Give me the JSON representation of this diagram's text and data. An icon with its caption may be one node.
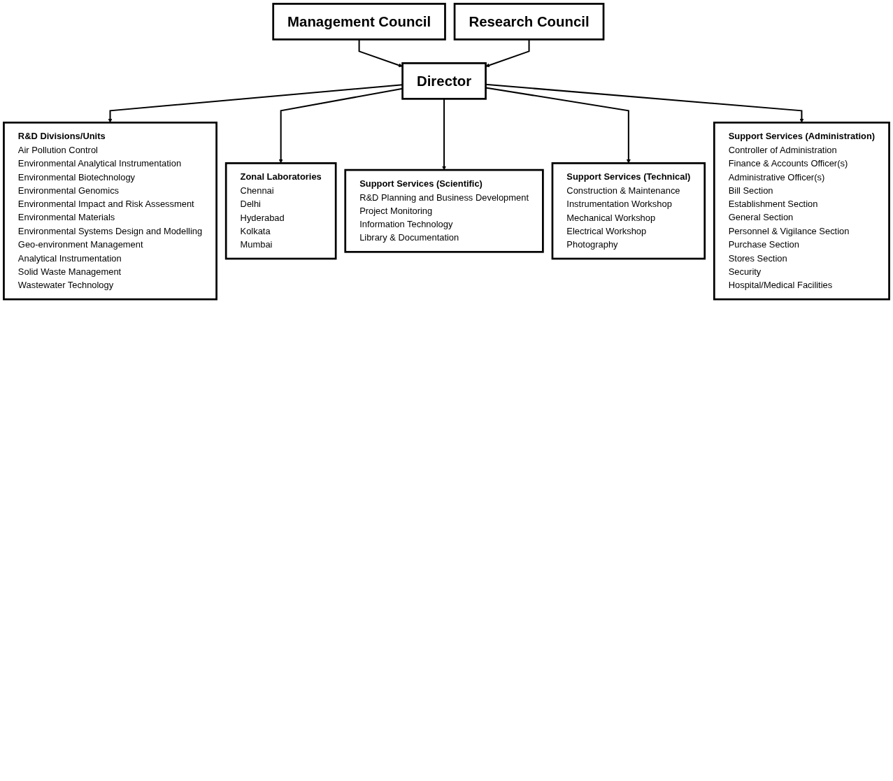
{
  "diagram": {
    "nodes": [
      {
        "text": [
          "Management Council"
        ]
      },
      {
        "text": [
          "Director"
        ]
      },
      {
        "text": [
          "Research Council"
        ]
      },
      {
        "text": [
          "R&D Divisions/Units",
          "Air Pollution Control",
          "Environmental Analytical Instrumentation",
          "Environmental Biotechnology",
          "Environmental Genomics",
          "Environmental Impact and Risk Assessment",
          "Environmental Materials",
          "Environmental Systems Design and Modelling",
          "Geo-environment Management",
          "Analytical Instrumentation",
          "Solid Waste Management",
          "Wastewater Technology"
        ]
      },
      {
        "text": [
          "Zonal Laboratories",
          "Chennai",
          "Delhi",
          "Hyderabad",
          "Kolkata",
          "Mumbai"
        ]
      },
      {
        "text": [
          "Support Services (Scientific)",
          "R&D Planning and Business Development",
          "Project Monitoring",
          "Information Technology",
          "Library & Documentation"
        ]
      },
      {
        "text": [
          "Support Services (Technical)",
          "Construction & Maintenance",
          "Instrumentation Workshop",
          "Mechanical Workshop",
          "Electrical Workshop",
          "Photography"
        ]
      },
      {
        "text": [
          "Support Services (Administration)",
          "Controller of Administration",
          "Finance & Accounts Officer(s)",
          "Administrative Officer(s)",
          "Bill Section",
          "Establishment Section",
          "General Section",
          "Personnel & Vigilance Section",
          "Purchase Section",
          "Stores Section",
          "Security",
          "Hospital/Medical Facilities"
        ]
      }
    ],
    "edges": [
      {
        "from": 0,
        "to": 1,
        "arrow": "to"
      },
      {
        "from": 2,
        "to": 1,
        "arrow": "to"
      },
      {
        "from": 1,
        "to": 3,
        "arrow": "to"
      },
      {
        "from": 1,
        "to": 4,
        "arrow": "to"
      },
      {
        "from": 1,
        "to": 5,
        "arrow": "to"
      },
      {
        "from": 1,
        "to": 6,
        "arrow": "to"
      },
      {
        "from": 1,
        "to": 7,
        "arrow": "to"
      }
    ]
  }
}
